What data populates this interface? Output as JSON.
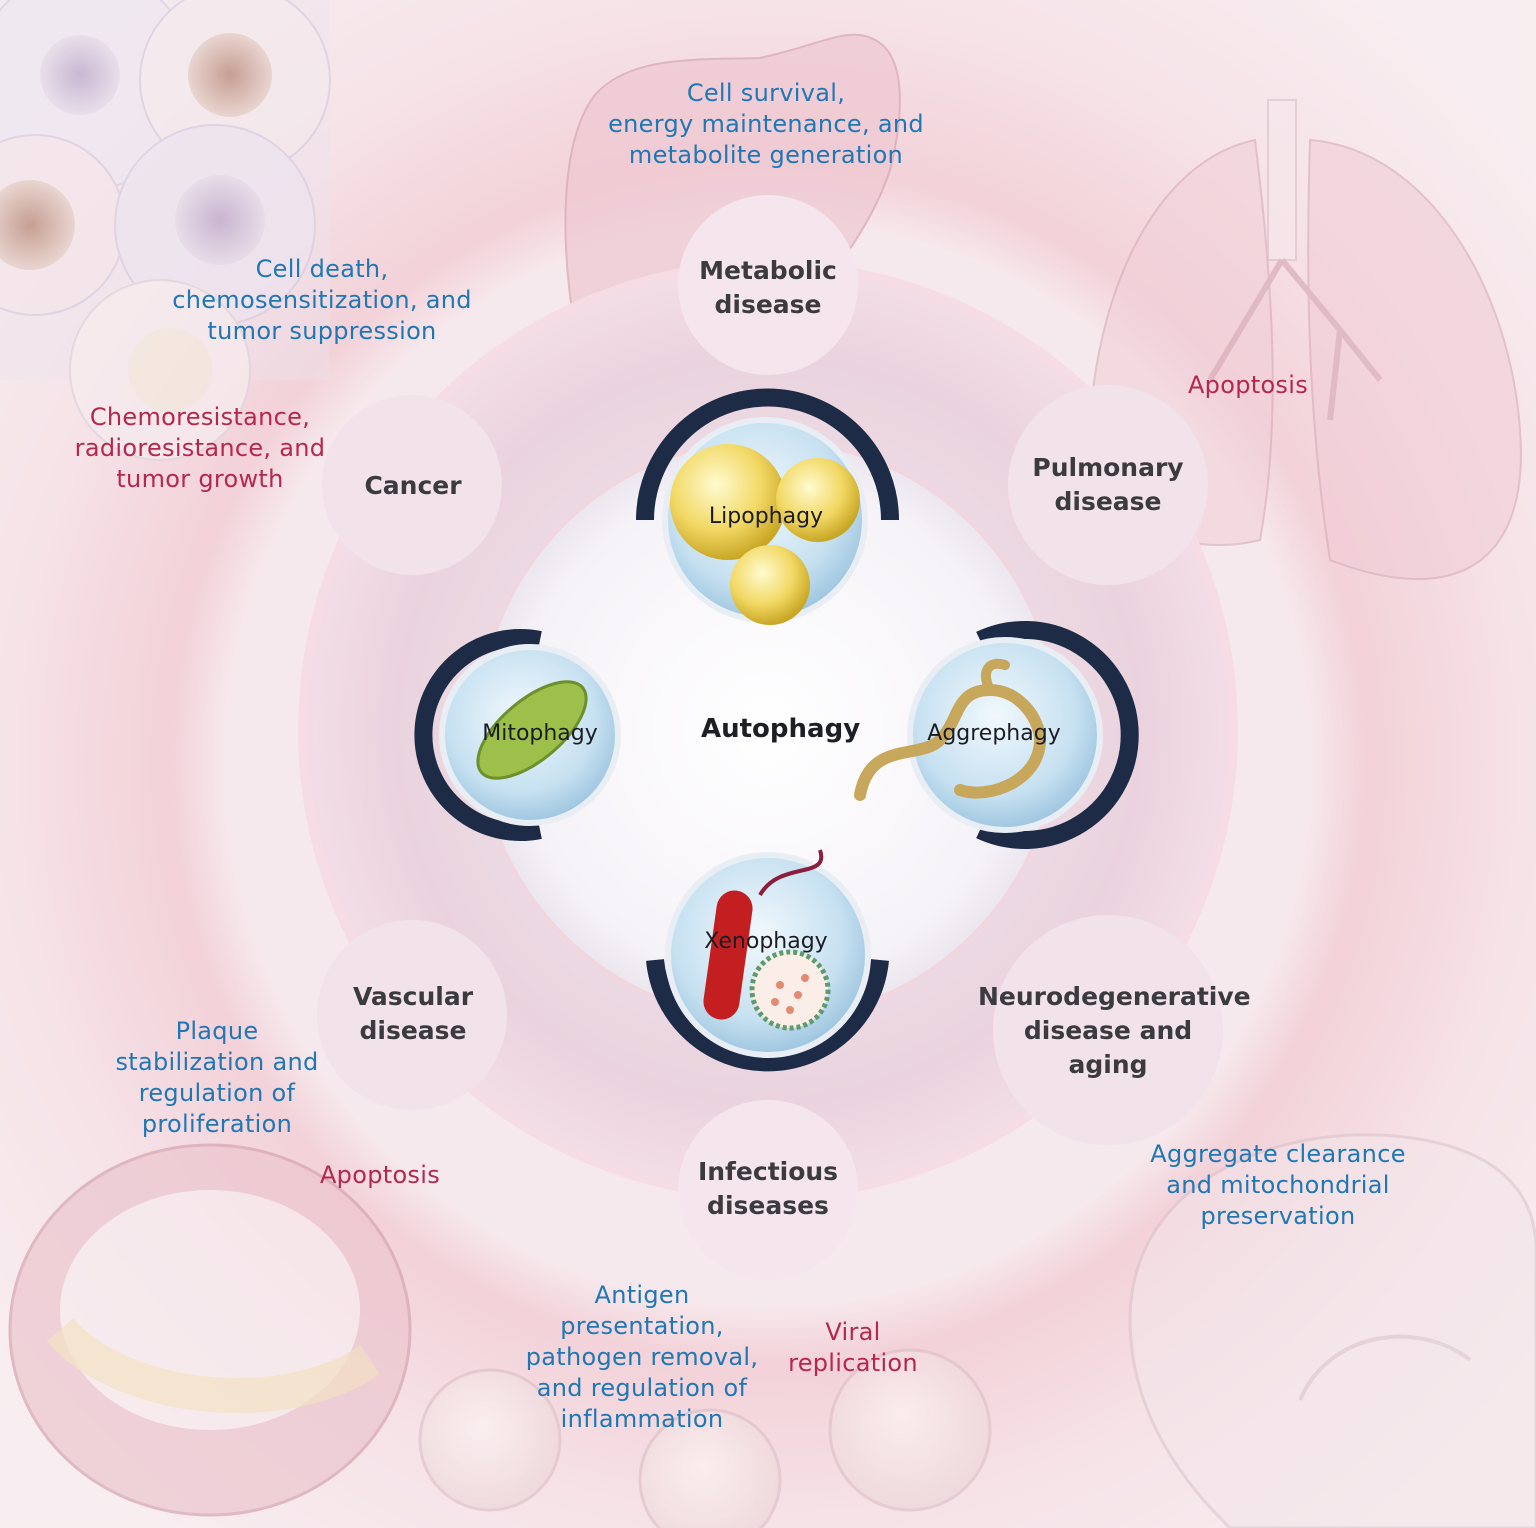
{
  "center_title": "Autophagy",
  "types": {
    "lipophagy": "Lipophagy",
    "mitophagy": "Mitophagy",
    "aggrephagy": "Aggrephagy",
    "xenophagy": "Xenophagy"
  },
  "diseases": {
    "metabolic": "Metabolic\ndisease",
    "pulmonary": "Pulmonary\ndisease",
    "neuro": "Neurodegenerative\ndisease and\naging",
    "infectious": "Infectious\ndiseases",
    "vascular": "Vascular\ndisease",
    "cancer": "Cancer"
  },
  "effects": {
    "metabolic_protective": "Cell survival,\nenergy maintenance, and\nmetabolite generation",
    "pulmonary_harmful": "Apoptosis",
    "neuro_protective": "Aggregate clearance\nand mitochondrial\npreservation",
    "infectious_protective": "Antigen\npresentation,\npathogen removal,\nand regulation of\ninflammation",
    "infectious_harmful": "Viral\nreplication",
    "vascular_protective": "Plaque\nstabilization and\nregulation of\nproliferation",
    "vascular_harmful": "Apoptosis",
    "cancer_protective": "Cell death,\nchemosensitization, and\ntumor suppression",
    "cancer_harmful": "Chemoresistance,\nradioresistance, and\ntumor growth"
  },
  "colors": {
    "protective_text": "#1f77b4",
    "harmful_text": "#b5284e",
    "disease_text": "#3b3b3f",
    "ring": "#e7c9d6",
    "vesicle_border": "#1d2b46"
  }
}
